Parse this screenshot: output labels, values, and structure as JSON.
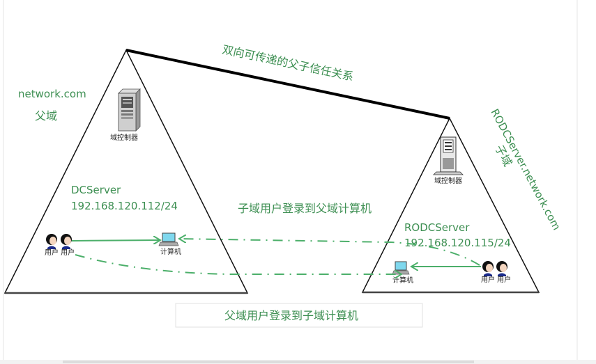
{
  "colors": {
    "accent_green": "#3d8f52",
    "line_green": "#4caf6a",
    "outline": "#111111"
  },
  "trust_label": "双向可传递的父子信任关系",
  "parent_domain": {
    "name": "network.com",
    "role": "父域",
    "server_name": "DCServer",
    "server_ip": "192.168.120.112/24",
    "dc_label": "域控制器",
    "users_label": "用户 用户",
    "computer_label": "计算机"
  },
  "child_domain": {
    "name": "RODCServer.network.com",
    "role": "子域",
    "server_name": "RODCServer",
    "server_ip": "192.168.120.115/24",
    "dc_label": "域控制器",
    "users_label": "用户 用户",
    "computer_label": "计算机"
  },
  "flows": {
    "child_to_parent": "子域用户登录到父域计算机",
    "parent_to_child": "父域用户登录到子域计算机"
  },
  "icons": [
    "server-tower-icon",
    "user-pair-icon",
    "laptop-computer-icon"
  ]
}
